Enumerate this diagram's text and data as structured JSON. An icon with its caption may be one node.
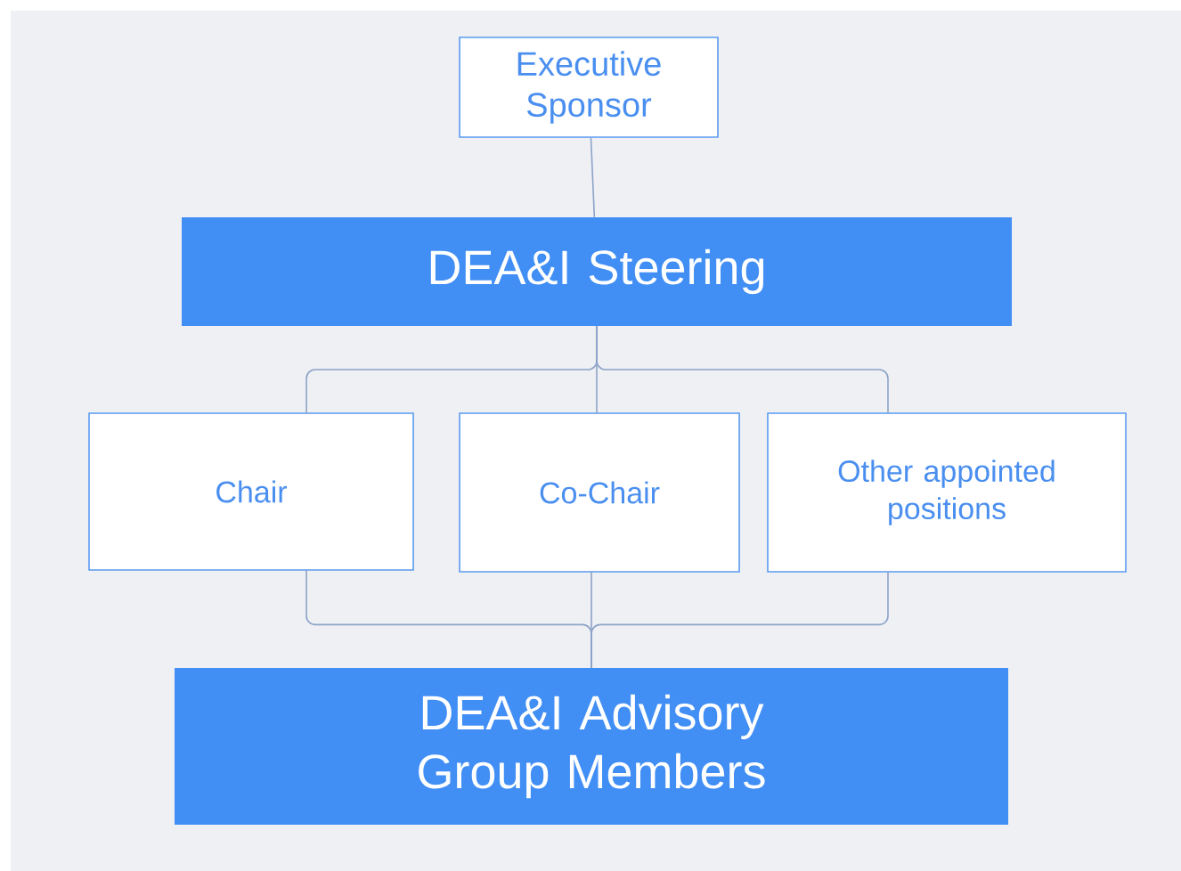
{
  "diagram": {
    "nodes": [
      {
        "text": [
          "Executive Sponsor"
        ]
      },
      {
        "text": [
          "DEA&I Steering"
        ]
      },
      {
        "text": [
          "Chair"
        ]
      },
      {
        "text": [
          "Co-Chair"
        ]
      },
      {
        "text": [
          "Other appointed positions"
        ]
      },
      {
        "text": [
          "DEA&I Advisory Group Members"
        ]
      }
    ],
    "edges": [
      {
        "from": 0,
        "to": 1,
        "arrow": "none"
      },
      {
        "from": 1,
        "to": 2,
        "arrow": "none"
      },
      {
        "from": 1,
        "to": 3,
        "arrow": "none"
      },
      {
        "from": 1,
        "to": 4,
        "arrow": "none"
      },
      {
        "from": 2,
        "to": 5,
        "arrow": "none"
      },
      {
        "from": 3,
        "to": 5,
        "arrow": "none"
      },
      {
        "from": 4,
        "to": 5,
        "arrow": "none"
      }
    ]
  }
}
